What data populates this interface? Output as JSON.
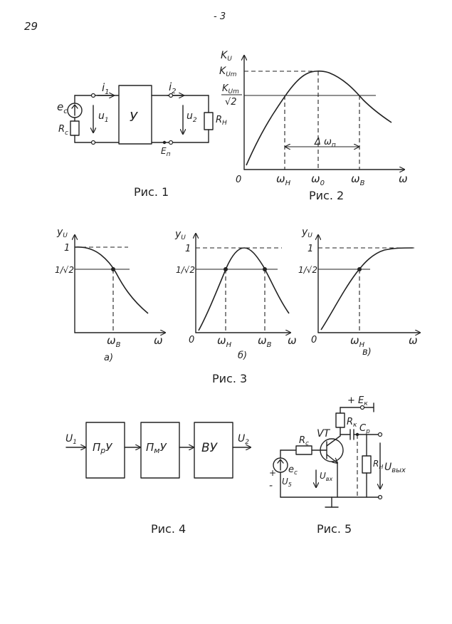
{
  "page": {
    "number": "29",
    "top_mark": "- 3"
  },
  "fig1": {
    "caption": "Рис. 1",
    "block": "У",
    "ec": "e",
    "ec_sub": "c",
    "rc": "R",
    "rc_sub": "c",
    "i1": "i",
    "i1_sub": "1",
    "i2": "i",
    "i2_sub": "2",
    "u1": "u",
    "u1_sub": "1",
    "u2": "u",
    "u2_sub": "2",
    "rn": "R",
    "rn_sub": "Н",
    "ep": "E",
    "ep_sub": "п"
  },
  "fig2": {
    "caption": "Рис. 2",
    "ylabel": "K",
    "ylabel_sub": "U",
    "kum": "K",
    "kum_sub": "Um",
    "kum2": "K",
    "kum2_sub": "Um",
    "sqrt2": "√2",
    "origin": "0",
    "wn": "ω",
    "wn_sub": "Н",
    "w0": "ω",
    "w0_sub": "0",
    "wv": "ω",
    "wv_sub": "В",
    "w": "ω",
    "band": "Δ ω",
    "band_sub": "п"
  },
  "fig3": {
    "caption": "Рис. 3",
    "panels": [
      {
        "y": "y",
        "y_sub": "U",
        "one": "1",
        "half": "1/√2",
        "x1": "ω",
        "x1_sub": "В",
        "w": "ω",
        "tag": "а)",
        "origin": ""
      },
      {
        "y": "y",
        "y_sub": "U",
        "one": "1",
        "half": "1/√2",
        "x1": "ω",
        "x1_sub": "Н",
        "x2": "ω",
        "x2_sub": "В",
        "w": "ω",
        "tag": "б)",
        "origin": "0"
      },
      {
        "y": "y",
        "y_sub": "U",
        "one": "1",
        "half": "1/√2",
        "x1": "ω",
        "x1_sub": "Н",
        "w": "ω",
        "tag": "в)",
        "origin": "0"
      }
    ]
  },
  "fig4": {
    "caption": "Рис. 4",
    "u1": "U",
    "u1_sub": "1",
    "u2": "U",
    "u2_sub": "2",
    "blocks": [
      {
        "main": "П",
        "sub": "р",
        "end": "У"
      },
      {
        "main": "П",
        "sub": "м",
        "end": "У"
      },
      {
        "main": "ВУ",
        "sub": "",
        "end": ""
      }
    ]
  },
  "fig5": {
    "caption": "Рис. 5",
    "ek": "+ E",
    "ek_sub": "к",
    "rk": "R",
    "rk_sub": "к",
    "vt": "VT",
    "cp": "C",
    "cp_sub": "р",
    "rc": "R",
    "rc_sub": "c",
    "ec": "e",
    "ec_sub": "c",
    "rn": "R",
    "rn_sub": "Н",
    "uvyh": "U",
    "uvyh_sub": "вых",
    "ubx": "U",
    "ubx_sub": "вх",
    "u5": "U",
    "u5_sub": "5",
    "plus": "+",
    "minus": "-"
  }
}
